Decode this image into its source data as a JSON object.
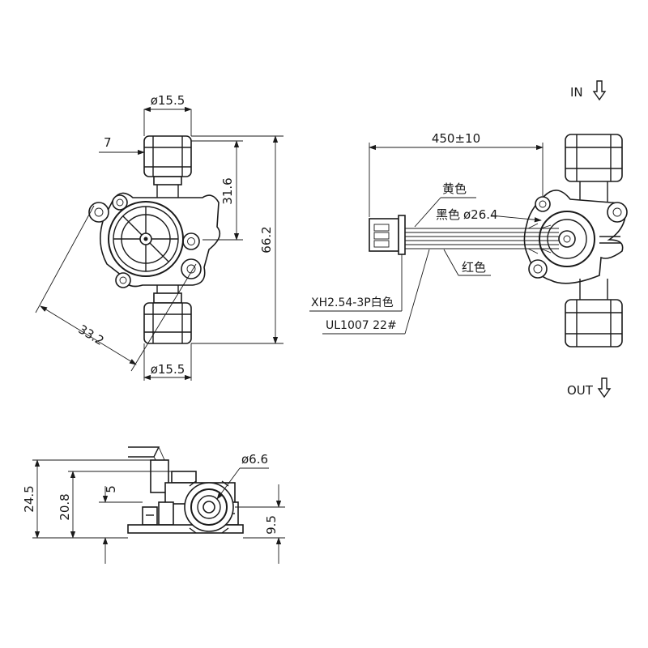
{
  "drawing": {
    "front_view": {
      "dia_top": "ø15.5",
      "dim_seven": "7",
      "dim_316": "31.6",
      "dim_662": "66.2",
      "dim_332": "33.2",
      "dia_bottom": "ø15.5"
    },
    "side_view": {
      "label_in": "IN",
      "label_out": "OUT",
      "cable_length": "450±10",
      "wire_yellow": "黄色",
      "wire_black": "黑色",
      "dia_body": "ø26.4",
      "wire_red": "红色",
      "connector": "XH2.54-3P白色",
      "wire_spec": "UL1007 22#"
    },
    "bottom_view": {
      "dia_hole": "ø6.6",
      "dim_245": "24.5",
      "dim_208": "20.8",
      "dim_five": "5",
      "dim_95": "9.5"
    }
  }
}
